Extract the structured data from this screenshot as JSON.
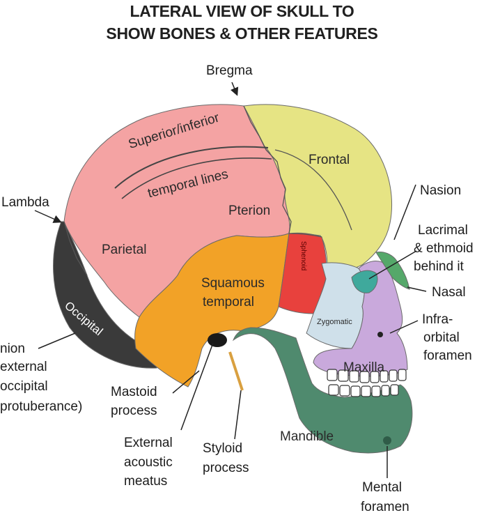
{
  "title": {
    "line1": "LATERAL VIEW OF SKULL TO",
    "line2": "SHOW BONES & OTHER FEATURES"
  },
  "labels": {
    "bregma": "Bregma",
    "lambda": "Lambda",
    "nasion": "Nasion",
    "lacrimal_1": "Lacrimal",
    "lacrimal_2": "& ethmoid",
    "lacrimal_3": "behind it",
    "nasal": "Nasal",
    "infra_1": "Infra-",
    "infra_2": "orbital",
    "infra_3": "foramen",
    "inion_1": "nion",
    "inion_2": "external",
    "inion_3": "occipital",
    "inion_4": "protuberance)",
    "mastoid_1": "Mastoid",
    "mastoid_2": "process",
    "eam_1": "External",
    "eam_2": "acoustic",
    "eam_3": "meatus",
    "styloid_1": "Styloid",
    "styloid_2": "process",
    "mental_1": "Mental",
    "mental_2": "foramen"
  },
  "bones": {
    "superior_inferior": "Superior/inferior",
    "temporal_lines": "temporal lines",
    "frontal": "Frontal",
    "pterion": "Pterion",
    "parietal": "Parietal",
    "squamous_1": "Squamous",
    "squamous_2": "temporal",
    "occipital": "Occipital",
    "sphenoid": "Sphenoid",
    "zygomatic": "Zygomatic",
    "maxilla": "Maxilla",
    "mandible": "Mandible"
  },
  "colors": {
    "parietal": "#f4a3a3",
    "frontal": "#e6e484",
    "temporal": "#f2a227",
    "occipital": "#3a3a3a",
    "sphenoid": "#e8413d",
    "zygomatic": "#cfe0ea",
    "maxilla": "#c9a9dc",
    "mandible": "#4f8a6e",
    "nasal": "#55a86a",
    "lacrimal": "#3fa99c"
  }
}
